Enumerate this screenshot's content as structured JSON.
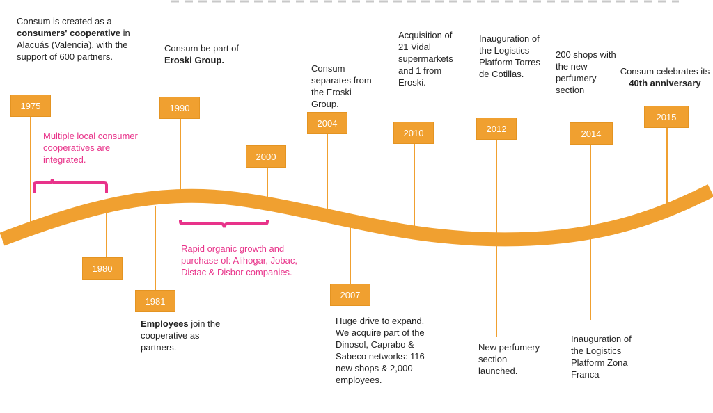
{
  "colors": {
    "timeline": "#f0a030",
    "box": "#f0a030",
    "accent_pink": "#e8338a",
    "dash": "#c8c8c8"
  },
  "milestones": [
    {
      "year": "1975",
      "text_pre": "Consum is created as a",
      "text_bold": "consumers' cooperative",
      "text_post": "in Alacuás (Valencia), with the support of 600 partners."
    },
    {
      "year": "1980"
    },
    {
      "year": "1981",
      "text_bold": "Employees",
      "text_post": "join the cooperative as partners."
    },
    {
      "year": "1990",
      "text_pre": "Consum be part of",
      "text_bold": "Eroski Group."
    },
    {
      "year": "2000"
    },
    {
      "year": "2004",
      "text": "Consum separates from the Eroski Group."
    },
    {
      "year": "2007",
      "text": "Huge drive to expand. We acquire part of the Dinosol, Caprabo & Sabeco networks: 116 new shops & 2,000 employees."
    },
    {
      "year": "2010",
      "text": "Acquisition of 21 Vidal supermarkets and 1 from Eroski."
    },
    {
      "year": "2012",
      "text_top": "Inauguration of the Logistics Platform Torres de Cotillas.",
      "text_bottom": "New perfumery section launched."
    },
    {
      "year": "2014",
      "text_top": "200 shops with the new perfumery section",
      "text_bottom": "Inauguration of the Logistics Platform Zona Franca"
    },
    {
      "year": "2015",
      "text_pre": "Consum celebrates its",
      "text_bold": "40th anniversary"
    }
  ],
  "brackets": {
    "first": "Multiple local consumer cooperatives are integrated.",
    "second": "Rapid organic growth and purchase of:  Alihogar, Jobac, Distac & Disbor companies."
  }
}
